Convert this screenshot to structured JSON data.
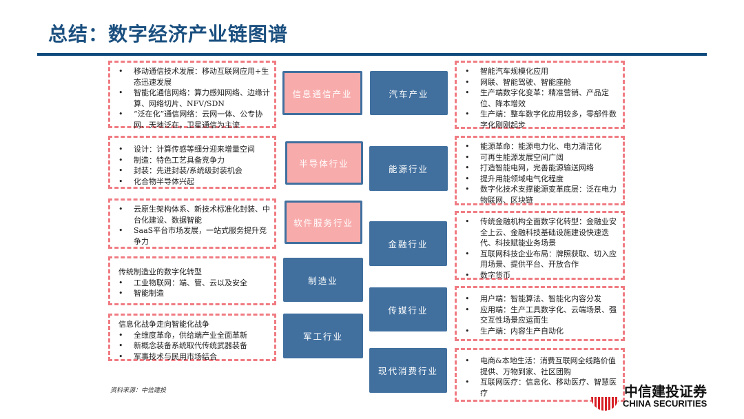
{
  "title": "总结：数字经济产业链图谱",
  "left_industries": [
    {
      "label": "信息通信产业",
      "style": "pink",
      "points": {
        "header": null,
        "items": [
          "移动通信技术发展：移动互联网应用+生态迅速发展",
          "智能化通信网络：算力感知网络、边缘计算、网络切片、NFV/SDN",
          "“泛在化”通信网络：云网一体、公专协网、天地泛在，卫星通信为主流"
        ]
      }
    },
    {
      "label": "半导体行业",
      "style": "pink",
      "points": {
        "header": null,
        "items": [
          "设计：计算传感等细分迎来增量空间",
          "制造：特色工艺具备竞争力",
          "封装：先进封装/系统级封装机会",
          "化合物半导体兴起"
        ]
      }
    },
    {
      "label": "软件服务行业",
      "style": "pink",
      "points": {
        "header": null,
        "items": [
          "云原生架构体系、新技术标准化封装、中台化建设、数据智能",
          "SaaS平台市场发展，一站式服务提升竞争力"
        ]
      }
    },
    {
      "label": "制造业",
      "style": "blue",
      "points": {
        "header": "传统制造业的数字化转型",
        "items": [
          "工业物联网：端、管、云以及安全",
          "智能制造"
        ]
      }
    },
    {
      "label": "军工行业",
      "style": "blue",
      "points": {
        "header": "信息化战争走向智能化战争",
        "items": [
          "全维度革命，供给端产业全面革新",
          "新概念装备系统取代传统武器装备",
          "军事技术与民用市场结合"
        ]
      }
    }
  ],
  "right_industries": [
    {
      "label": "汽车产业",
      "points": {
        "items": [
          "智能汽车规模化应用",
          "网联、智能驾驶、智能座舱",
          "生产端数字化变革：精准营销、产品定位、降本增效",
          "生产端：整车数字化应用较多，零部件数字化刚刚起步"
        ]
      }
    },
    {
      "label": "能源行业",
      "points": {
        "items": [
          "能源革命：能源电力化、电力清洁化",
          "可再生能源发展空间广阔",
          "打造智能电网，完善能源输送网络",
          "提升用能领域电气化程度",
          "数字化技术支撑能源变革底层：泛在电力物联网、区块链"
        ]
      }
    },
    {
      "label": "金融行业",
      "points": {
        "items": [
          "传统金融机构全面数字化转型：金融业安全上云、金融科技基础设施建设快速迭代、科技赋能业务场景",
          "互联网科技企业布局：牌照获取、切入应用场景、提供平台、开放合作",
          "数字货币"
        ]
      }
    },
    {
      "label": "传媒行业",
      "points": {
        "items": [
          "用户端：智能算法、智能化内容分发",
          "应用端：生产工具数字化、云端场景、强交互性场景应运而生",
          "生产端：内容生产自动化"
        ]
      }
    },
    {
      "label": "现代消费行业",
      "points": {
        "items": [
          "电商&本地生活：消费互联网全线路价值提供、万物到家、社区团购",
          "互联网医疗：信息化、移动医疗、智慧医疗"
        ]
      }
    }
  ],
  "source": "资料来源：中信建投",
  "logo": {
    "cn": "中信建投证券",
    "en": "CHINA SECURITIES"
  },
  "colors": {
    "title": "#1a4f7f",
    "blue_box": "#41709f",
    "pink_box": "#f8abab",
    "dash": "#f07b82"
  }
}
